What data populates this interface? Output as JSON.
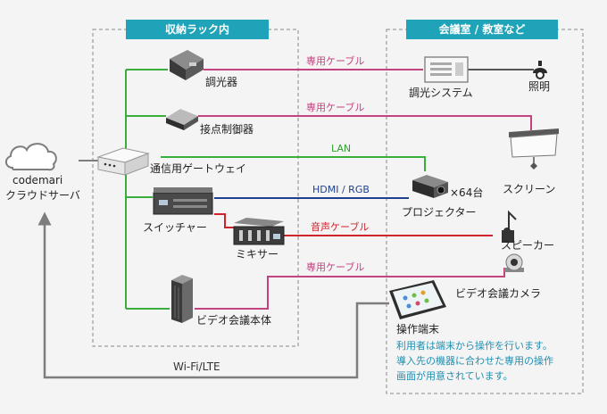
{
  "headers": {
    "rack": "収納ラック内",
    "room": "会議室 / 教室など"
  },
  "cloud": {
    "name": "codemari",
    "sub": "クラウドサーバ"
  },
  "devices": {
    "dimmer": "調光器",
    "contact_controller": "接点制御器",
    "gateway": "通信用ゲートウェイ",
    "switcher": "スイッチャー",
    "mixer": "ミキサー",
    "video_conf_unit": "ビデオ会議本体",
    "dimming_system": "調光システム",
    "lighting": "照明",
    "screen": "スクリーン",
    "projector": "プロジェクター",
    "projector_count": "×64台",
    "speaker": "スピーカー",
    "video_conf_camera": "ビデオ会議カメラ",
    "terminal": "操作端末"
  },
  "cables": {
    "dedicated_1": "専用ケーブル",
    "dedicated_2": "専用ケーブル",
    "lan": "LAN",
    "hdmi_rgb": "HDMI / RGB",
    "audio": "音声ケーブル",
    "dedicated_3": "専用ケーブル",
    "wifi": "Wi-Fi/LTE"
  },
  "terminal_note": [
    "利用者は端末から操作を行います。",
    "導入先の機器に合わせた専用の操作",
    "画面が用意されています。"
  ],
  "colors": {
    "header_bg": "#1fa3b8",
    "control_line": "#3aae3a",
    "dedicated_line": "#c2437f",
    "hdmi_line": "#1f3f8f",
    "audio_line": "#d0222a",
    "wifi_line": "#7d7d7d",
    "note_text": "#1f8fb0"
  }
}
